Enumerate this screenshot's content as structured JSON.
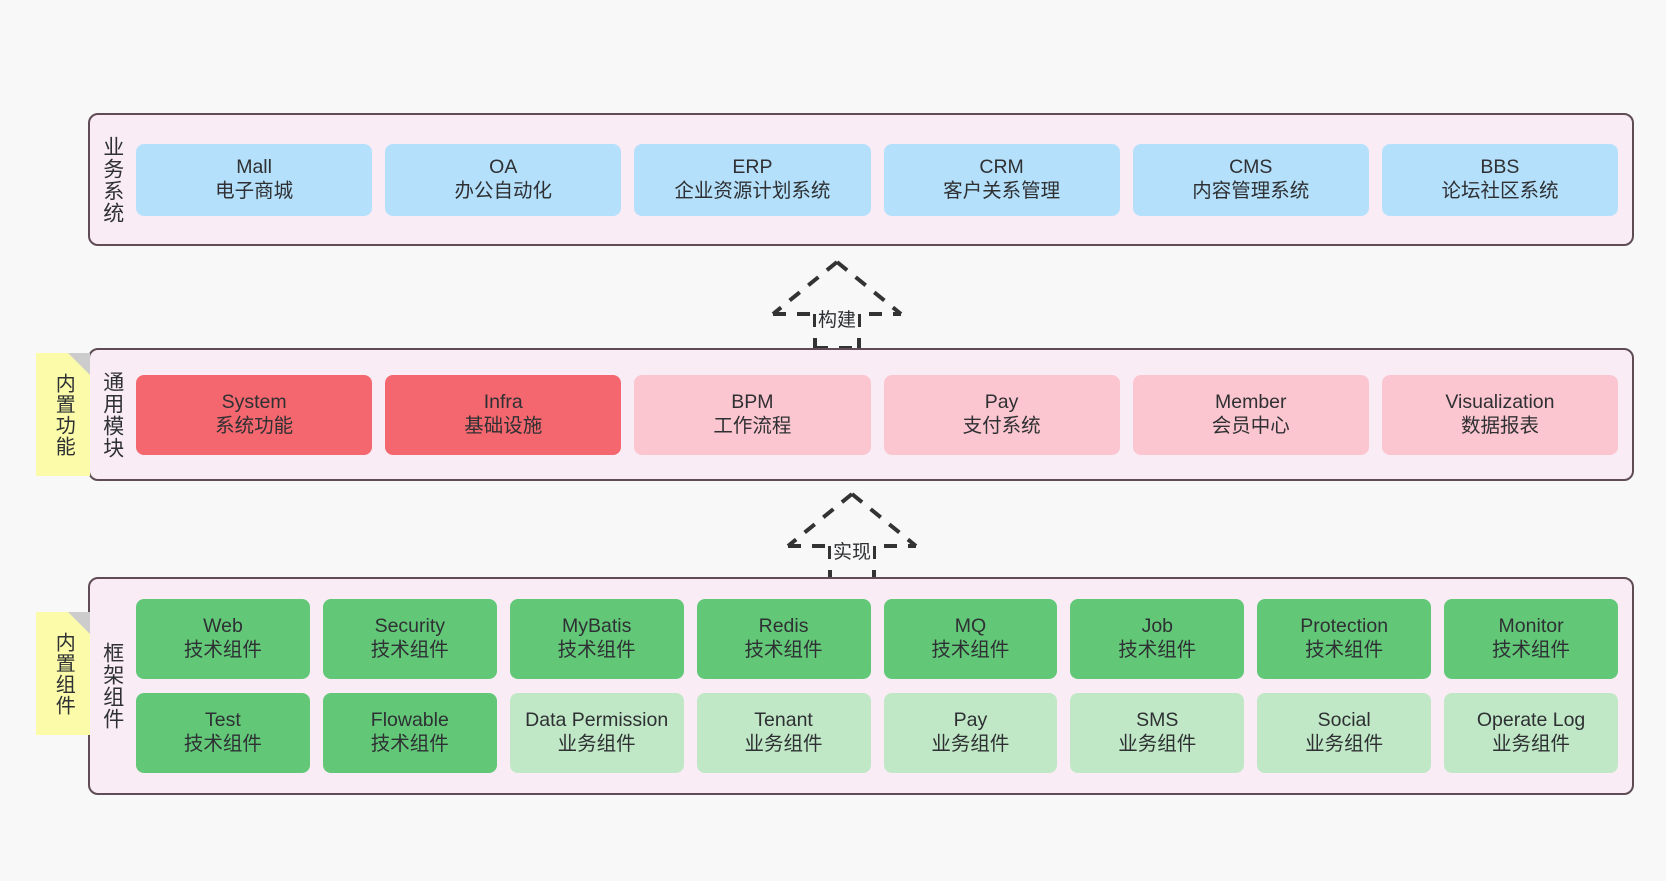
{
  "diagram": {
    "background_color": "#f8f8f8",
    "layer_fill": "#f9ecf4",
    "layer_border": "#5f4c55",
    "note_color": "#fbfbaa",
    "colors": {
      "business_system": "#b5e0fb",
      "core_module": "#f4676e",
      "optional_module": "#fcc6d0",
      "tech_component": "#62c878",
      "business_component": "#c0e8c6"
    }
  },
  "layers": {
    "business": {
      "title": "业务系统",
      "nodes": [
        {
          "en": "Mall",
          "cn": "电子商城",
          "color": "blue"
        },
        {
          "en": "OA",
          "cn": "办公自动化",
          "color": "blue"
        },
        {
          "en": "ERP",
          "cn": "企业资源计划系统",
          "color": "blue"
        },
        {
          "en": "CRM",
          "cn": "客户关系管理",
          "color": "blue"
        },
        {
          "en": "CMS",
          "cn": "内容管理系统",
          "color": "blue"
        },
        {
          "en": "BBS",
          "cn": "论坛社区系统",
          "color": "blue"
        }
      ]
    },
    "common": {
      "title": "通用模块",
      "note": "内置功能",
      "nodes": [
        {
          "en": "System",
          "cn": "系统功能",
          "color": "red"
        },
        {
          "en": "Infra",
          "cn": "基础设施",
          "color": "red"
        },
        {
          "en": "BPM",
          "cn": "工作流程",
          "color": "pink"
        },
        {
          "en": "Pay",
          "cn": "支付系统",
          "color": "pink"
        },
        {
          "en": "Member",
          "cn": "会员中心",
          "color": "pink"
        },
        {
          "en": "Visualization",
          "cn": "数据报表",
          "color": "pink"
        }
      ]
    },
    "framework": {
      "title": "框架组件",
      "note": "内置组件",
      "row1": [
        {
          "en": "Web",
          "cn": "技术组件",
          "color": "green"
        },
        {
          "en": "Security",
          "cn": "技术组件",
          "color": "green"
        },
        {
          "en": "MyBatis",
          "cn": "技术组件",
          "color": "green"
        },
        {
          "en": "Redis",
          "cn": "技术组件",
          "color": "green"
        },
        {
          "en": "MQ",
          "cn": "技术组件",
          "color": "green"
        },
        {
          "en": "Job",
          "cn": "技术组件",
          "color": "green"
        },
        {
          "en": "Protection",
          "cn": "技术组件",
          "color": "green"
        },
        {
          "en": "Monitor",
          "cn": "技术组件",
          "color": "green"
        }
      ],
      "row2": [
        {
          "en": "Test",
          "cn": "技术组件",
          "color": "green"
        },
        {
          "en": "Flowable",
          "cn": "技术组件",
          "color": "green"
        },
        {
          "en": "Data Permission",
          "cn": "业务组件",
          "color": "lgreen"
        },
        {
          "en": "Tenant",
          "cn": "业务组件",
          "color": "lgreen"
        },
        {
          "en": "Pay",
          "cn": "业务组件",
          "color": "lgreen"
        },
        {
          "en": "SMS",
          "cn": "业务组件",
          "color": "lgreen"
        },
        {
          "en": "Social",
          "cn": "业务组件",
          "color": "lgreen"
        },
        {
          "en": "Operate Log",
          "cn": "业务组件",
          "color": "lgreen"
        }
      ]
    }
  },
  "connectors": [
    {
      "name": "build",
      "label": "构建"
    },
    {
      "name": "implement",
      "label": "实现"
    }
  ]
}
